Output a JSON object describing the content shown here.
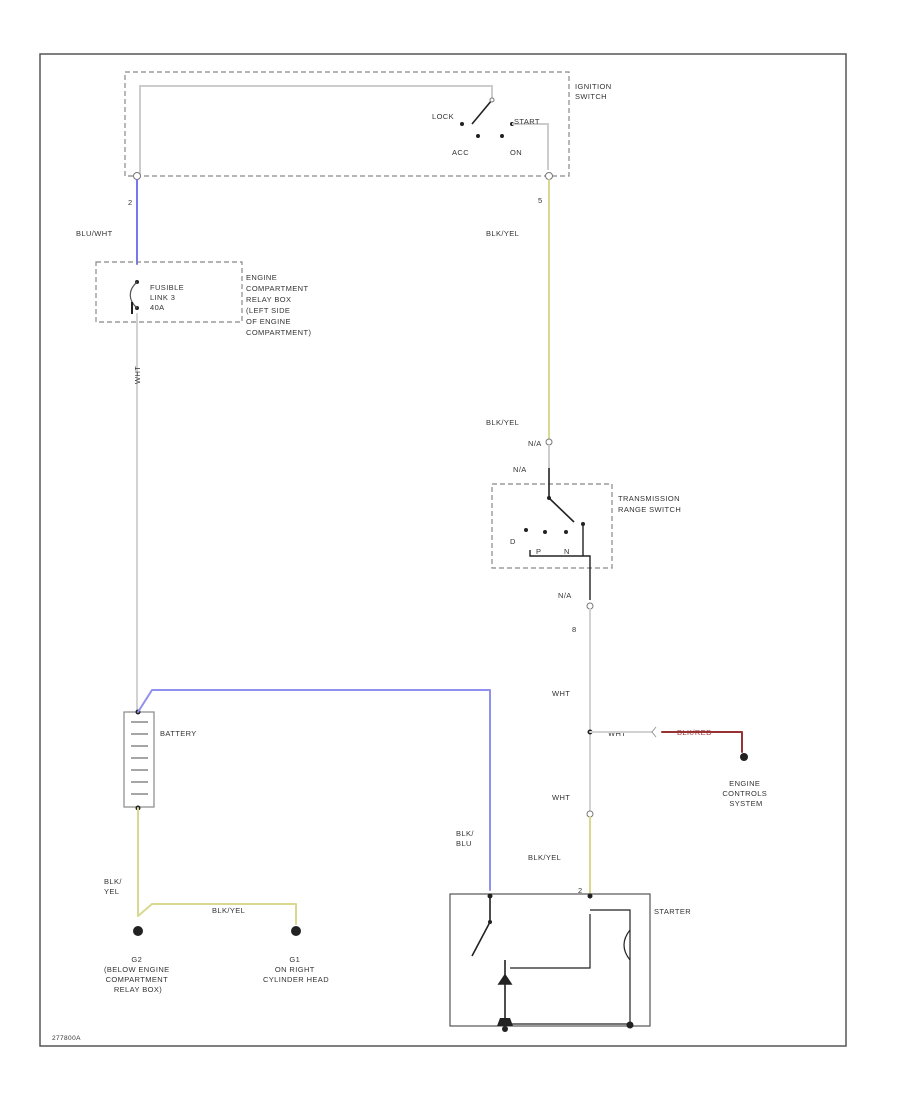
{
  "colors": {
    "frame": "#555555",
    "wire_blu_wht": "#7777ee",
    "wire_blk_yel": "#d8d890",
    "wire_wht": "#d2d2d2",
    "wire_blk_blu": "#9090ee",
    "wire_blk_red": "#993333",
    "ground": "#222222"
  },
  "labels": {
    "ignition_switch": [
      "IGNITION",
      "SWITCH"
    ],
    "ig_lock": "LOCK",
    "ig_start": "START",
    "ig_acc": "ACC",
    "ig_on": "ON",
    "ig_pin_left": "2",
    "ig_pin_right": "5",
    "wire_blu_wht": "BLU/WHT",
    "wire_blk_yel_top": "BLK/YEL",
    "fusible_link": [
      "FUSIBLE",
      "LINK 3",
      "40A"
    ],
    "relay_box": [
      "ENGINE",
      "COMPARTMENT",
      "RELAY BOX",
      "(LEFT SIDE",
      "OF ENGINE",
      "COMPARTMENT)"
    ],
    "wire_wht_vertical": "WHT",
    "wire_blk_yel_mid": "BLK/YEL",
    "trs_pin_top_a": "N/A",
    "trs_pin_top_b": "N/A",
    "transmission_range_switch": [
      "TRANSMISSION",
      "RANGE SWITCH"
    ],
    "trs_pos_d": "D",
    "trs_pos_p": "P",
    "trs_pos_n": "N",
    "trs_pin_bottom": "N/A",
    "trs_pin_number": "8",
    "wire_wht_1": "WHT",
    "wire_wht_2": "WHT",
    "wire_blk_red": "BLK/RED",
    "engine_controls": [
      "ENGINE",
      "CONTROLS",
      "SYSTEM"
    ],
    "wire_wht_3": "WHT",
    "battery": "BATTERY",
    "wire_blk_blu": [
      "BLK/",
      "BLU"
    ],
    "wire_blk_yel_bottom": "BLK/YEL",
    "wire_blk_yel_left": [
      "BLK/",
      "YEL"
    ],
    "wire_blk_yel_ground": "BLK/YEL",
    "ground_g2": [
      "G2",
      "(BELOW ENGINE",
      "COMPARTMENT",
      "RELAY BOX)"
    ],
    "ground_g1": [
      "G1",
      "ON RIGHT",
      "CYLINDER HEAD"
    ],
    "starter": "STARTER",
    "starter_pin": "2",
    "diagram_id": "277800A"
  }
}
